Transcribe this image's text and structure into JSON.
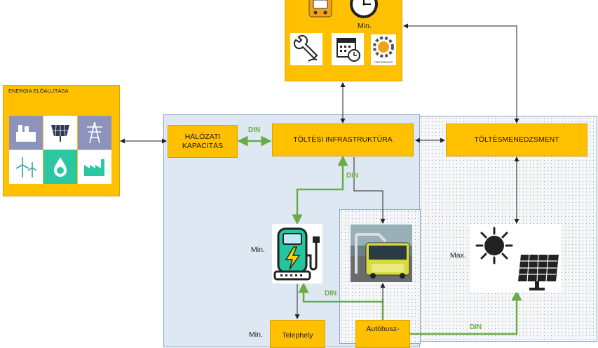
{
  "colors": {
    "box": "#FFC000",
    "din_arrow": "#6aab46",
    "connector": "#222222",
    "panel_blue": "#dde8f3"
  },
  "top_box": {
    "min_label": "Min."
  },
  "energy_box": {
    "title": "ENERGIA ELŐÁLLÍTÁSA"
  },
  "nodes": {
    "halozati": "HÁLÓZATI KAPACITÁS",
    "toltesi": "TÖLTÉSI INFRASTRUKTÚRA",
    "toltesmenedzsment": "TÖLTÉSMENEDZSMENT",
    "telephely": "Telephely",
    "autobusz": "Autóbusz-"
  },
  "labels": {
    "din1": "DIN",
    "din2": "DIN",
    "din3": "DIN",
    "din4": "DIN",
    "min_charger": "Min.",
    "min_bottom": "Min.",
    "max_solar": "Max."
  },
  "icons": {
    "top_row": [
      "bus-icon",
      "clock-icon"
    ],
    "top_tools": [
      "wrench-hand-icon",
      "calendar-clock-icon",
      "performance-gear-icon"
    ],
    "energy_tiles": [
      "power-plant-icon",
      "solar-panel-icon",
      "power-pylon-icon",
      "wind-turbine-icon",
      "hydro-drop-icon",
      "factory-icon"
    ],
    "charger": "ev-charger-icon",
    "ebus": "electric-bus-photo-icon",
    "solar": "sun-solar-panel-icon"
  }
}
